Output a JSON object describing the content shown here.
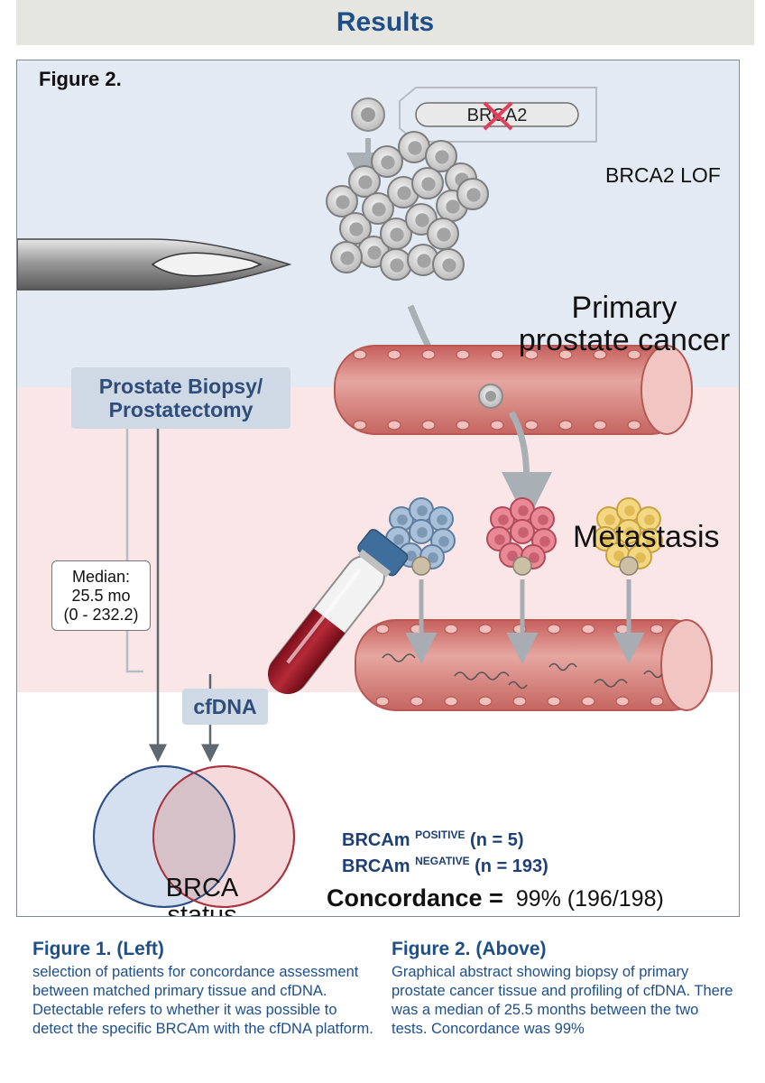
{
  "header": {
    "title": "Results"
  },
  "figure": {
    "label": "Figure 2.",
    "gene_label": "BRCA2",
    "lof_label": "BRCA2 LOF",
    "primary_label_line1": "Primary",
    "primary_label_line2": "prostate cancer",
    "metastasis_label": "Metastasis",
    "biopsy_line1": "Prostate Biopsy/",
    "biopsy_line2": "Prostatectomy",
    "median_line1": "Median:",
    "median_line2": "25.5 mo",
    "median_line3": "(0 - 232.2)",
    "cfdna_label": "cfDNA",
    "venn_line1": "BRCA",
    "venn_line2": "status",
    "brca_pos_prefix": "BRCAm",
    "brca_pos_sup": "POSITIVE",
    "brca_pos_count": "(n = 5)",
    "brca_neg_prefix": "BRCAm",
    "brca_neg_sup": "NEGATIVE",
    "brca_neg_count": "(n = 193)",
    "concordance_label": "Concordance =",
    "concordance_value": "99% (196/198)"
  },
  "captions": {
    "left_title": "Figure 1. (Left)",
    "left_body": "selection of patients for concordance assessment between matched primary tissue and cfDNA. Detectable refers to whether it was possible to detect the specific BRCAm with the cfDNA platform.",
    "right_title": "Figure 2. (Above)",
    "right_body": "Graphical abstract showing biopsy of primary prostate cancer tissue and profiling of cfDNA. There was a median of 25.5 months between the two tests. Concordance was 99%"
  },
  "colors": {
    "title_blue": "#1e4f8a",
    "band_blue": "#e4eaf4",
    "band_pink": "#fae6e7",
    "vessel": "#d98a86",
    "blood": "#9c1e2a",
    "venn_blue": "#cdd9ec",
    "venn_pink": "#f4d2d4",
    "cluster_blue": "#9fb8d2",
    "cluster_pink": "#e07a86",
    "cluster_yellow": "#f0d27a"
  }
}
